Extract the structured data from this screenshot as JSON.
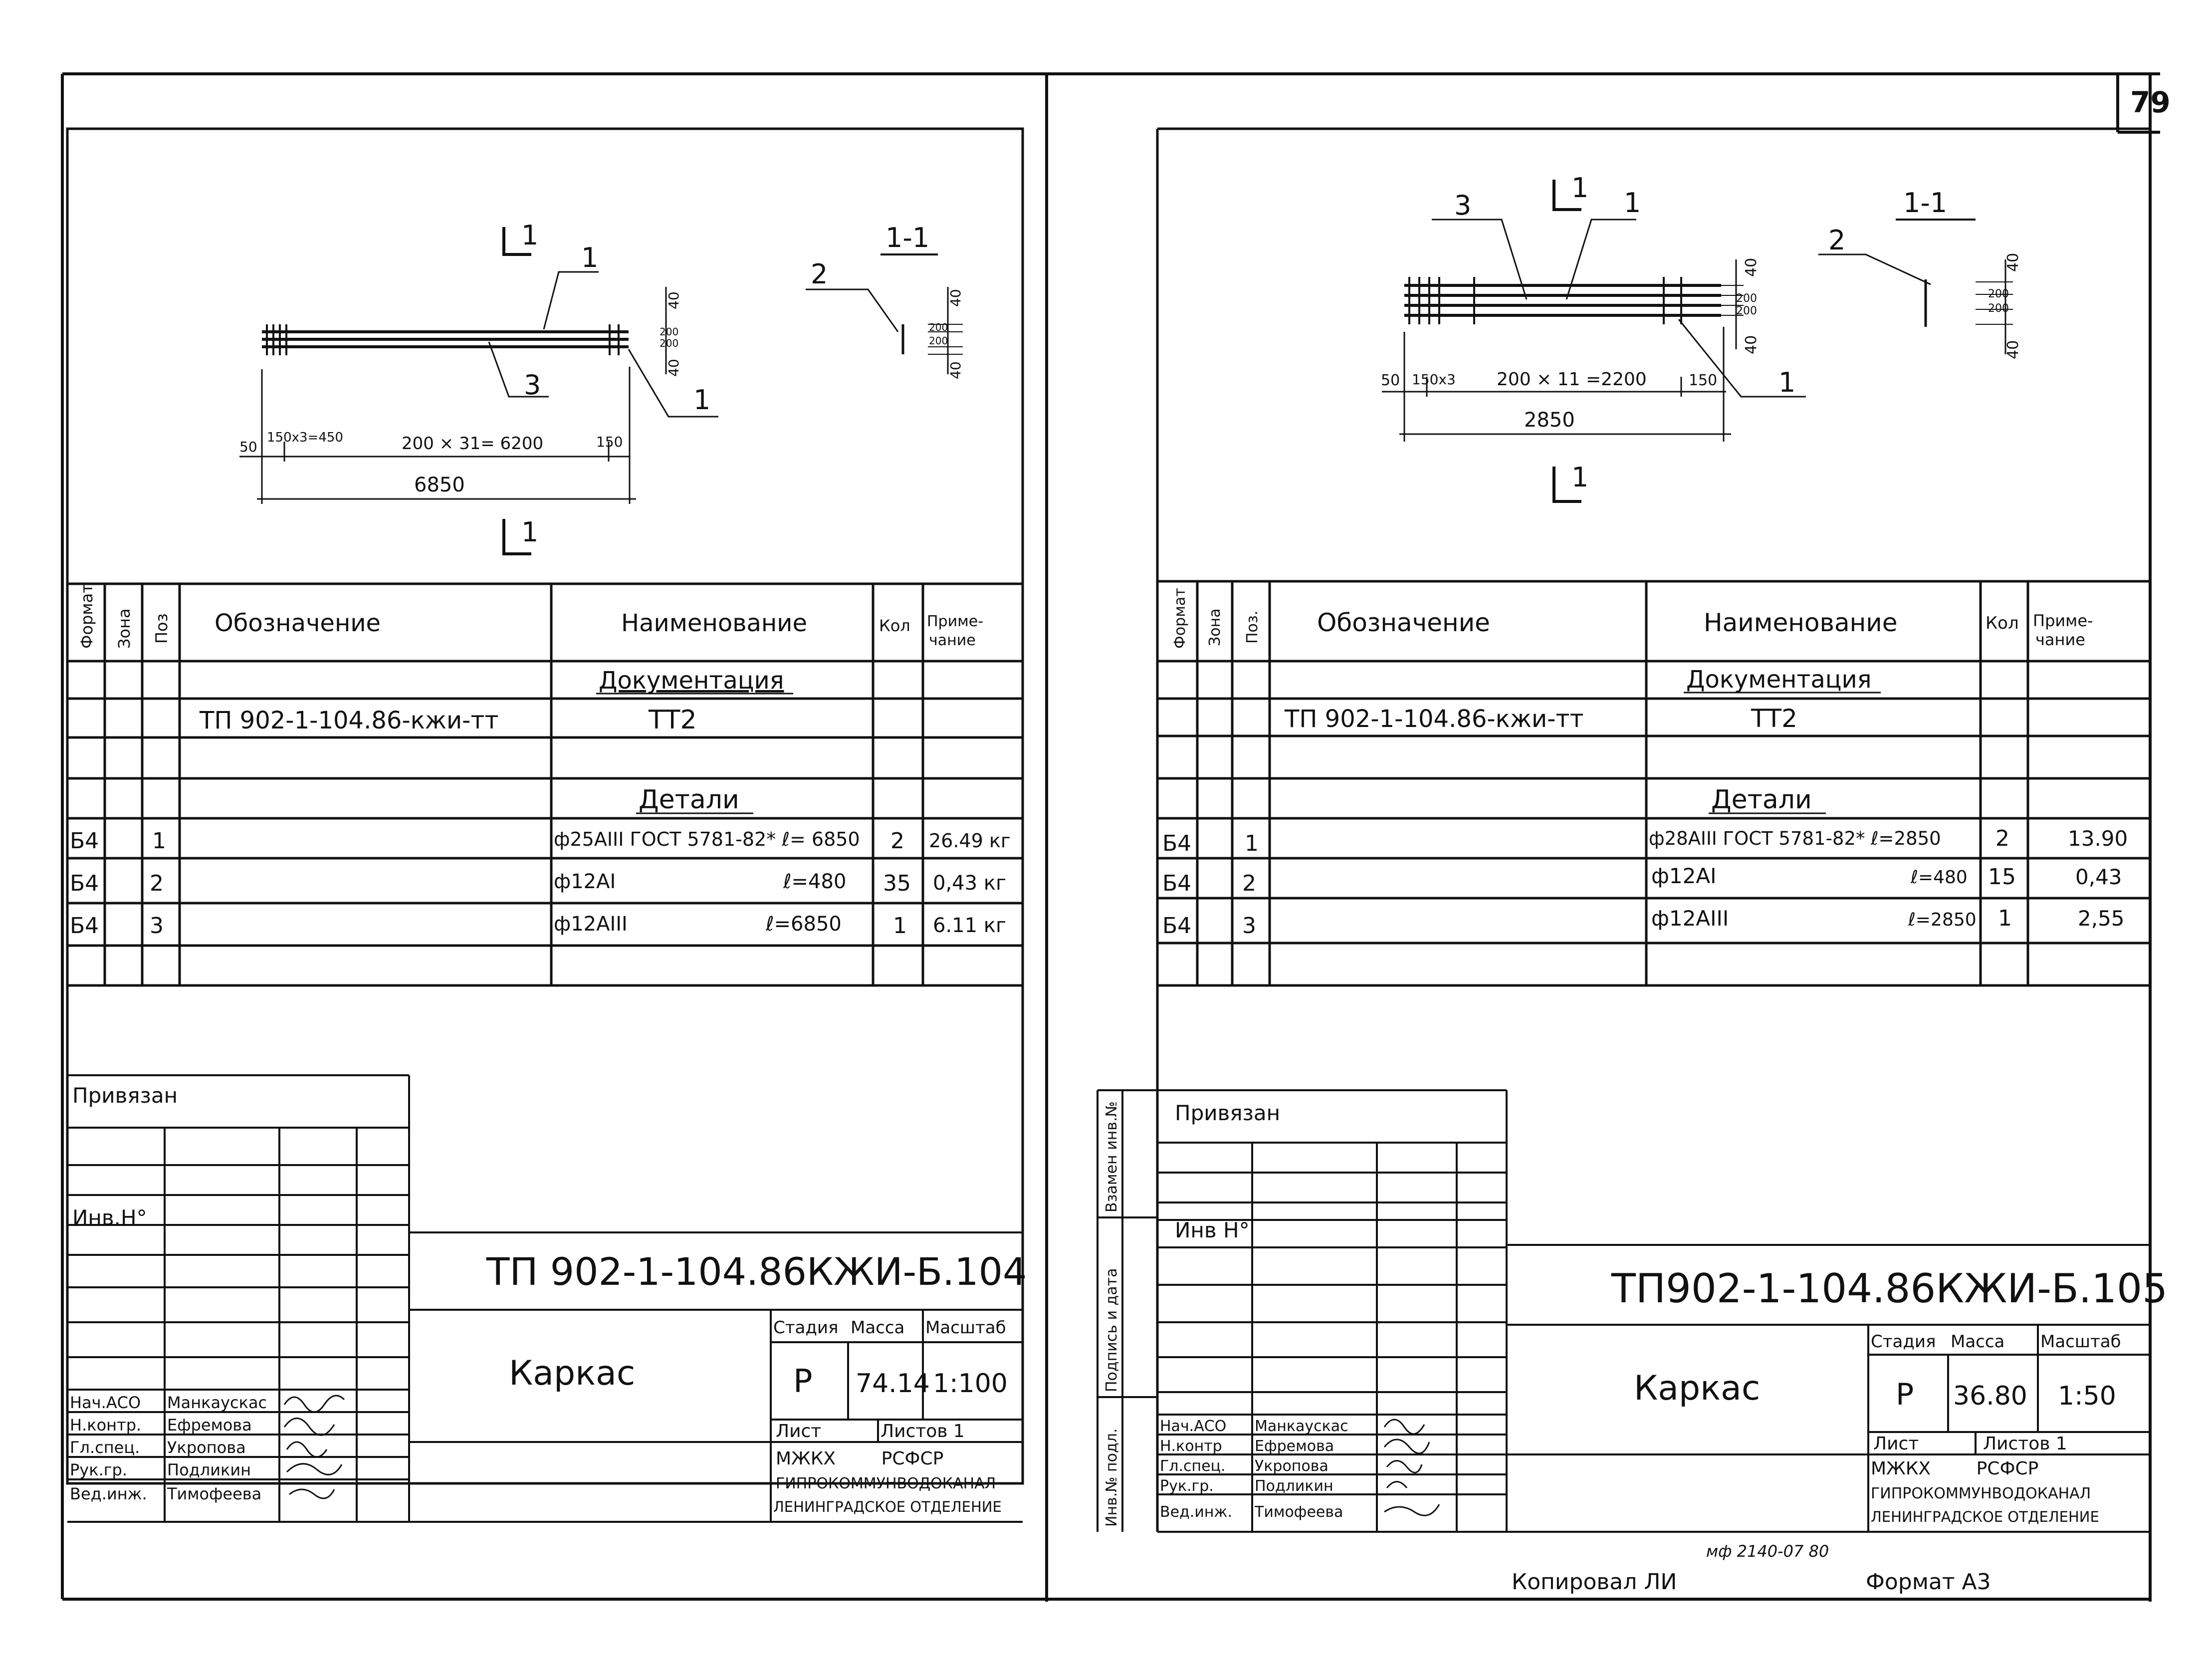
{
  "page": {
    "sheet_number": "79"
  },
  "left": {
    "drawing": {
      "section_mark": "1",
      "section_title": "1-1",
      "callouts": [
        "1",
        "3",
        "1",
        "2"
      ],
      "dims_top": [
        "50",
        "150x3=450",
        "200 × 31= 6200",
        "150"
      ],
      "dim_total": "6850",
      "section_dims": [
        "40",
        "200",
        "200",
        "40"
      ]
    },
    "spec": {
      "headers": {
        "format": "Формат",
        "zone": "Зона",
        "pos": "Поз",
        "designation": "Обозначение",
        "name": "Наименование",
        "qty": "Кол",
        "note": "Приме-\nчание",
        "note1": "Приме-",
        "note2": "чание"
      },
      "section_doc": "Документация",
      "doc_row": {
        "designation": "ТП 902-1-104.86-кжи-тт",
        "name": "ТТ2"
      },
      "section_details": "Детали",
      "rows": [
        {
          "format": "Б4",
          "pos": "1",
          "name": "ф25АIII ГОСТ 5781-82* ℓ= 6850",
          "qty": "2",
          "note": "26.49 кг"
        },
        {
          "format": "Б4",
          "pos": "2",
          "name": "ф12АI",
          "length": "ℓ=480",
          "qty": "35",
          "note": "0,43 кг"
        },
        {
          "format": "Б4",
          "pos": "3",
          "name": "ф12АIII",
          "length": "ℓ=6850",
          "qty": "1",
          "note": "6.11 кг"
        }
      ]
    },
    "stamp": {
      "privyazan": "Привязан",
      "inv": "Инв.Н°",
      "code": "ТП 902-1-104.86КЖИ-Б.104",
      "title": "Каркас",
      "stage_label": "Стадия",
      "mass_label": "Масса",
      "scale_label": "Масштаб",
      "stage": "Р",
      "mass": "74.14",
      "scale": "1:100",
      "sheet_label": "Лист",
      "sheets_label": "Листов 1",
      "org1": "МЖКХ        РСФСР",
      "org2": "ГИПРОКОММУНВОДОКАНАЛ",
      "org3": "ЛЕНИНГРАДСКОЕ ОТДЕЛЕНИЕ",
      "people": [
        {
          "role": "Нач.АСО",
          "name": "Манкаускас"
        },
        {
          "role": "Н.контр.",
          "name": "Ефремова"
        },
        {
          "role": "Гл.спец.",
          "name": "Укропова"
        },
        {
          "role": "Рук.гр.",
          "name": "Подликин"
        },
        {
          "role": "Вед.инж.",
          "name": "Тимофеева"
        }
      ]
    }
  },
  "right": {
    "drawing": {
      "section_mark": "1",
      "section_title": "1-1",
      "callouts": [
        "3",
        "1",
        "1",
        "2"
      ],
      "dims_top": [
        "50",
        "150x3",
        "200 × 11 =2200",
        "150"
      ],
      "dim_total": "2850",
      "section_dims": [
        "40",
        "200",
        "200",
        "40"
      ]
    },
    "spec": {
      "headers": {
        "format": "Формат",
        "zone": "Зона",
        "pos": "Поз.",
        "designation": "Обозначение",
        "name": "Наименование",
        "qty": "Кол",
        "note": "Приме-\nчание",
        "note1": "Приме-",
        "note2": "чание"
      },
      "section_doc": "Документация",
      "doc_row": {
        "designation": "ТП 902-1-104.86-кжи-тт",
        "name": "ТТ2"
      },
      "section_details": "Детали",
      "rows": [
        {
          "format": "Б4",
          "pos": "1",
          "name": "ф28АIII ГОСТ 5781-82* ℓ=2850",
          "qty": "2",
          "note": "13.90"
        },
        {
          "format": "Б4",
          "pos": "2",
          "name": "ф12АI",
          "length": "ℓ=480",
          "qty": "15",
          "note": "0,43"
        },
        {
          "format": "Б4",
          "pos": "3",
          "name": "ф12АIII",
          "length": "ℓ=2850",
          "qty": "1",
          "note": "2,55"
        }
      ]
    },
    "stamp": {
      "side_labels": [
        "Взамен инв.№",
        "Подпись и дата",
        "Инв.№ подл."
      ],
      "privyazan": "Привязан",
      "inv": "Инв Н°",
      "code": "ТП902-1-104.86КЖИ-Б.105",
      "title": "Каркас",
      "stage_label": "Стадия",
      "mass_label": "Масса",
      "scale_label": "Масштаб",
      "stage": "Р",
      "mass": "36.80",
      "scale": "1:50",
      "sheet_label": "Лист",
      "sheets_label": "Листов 1",
      "org1": "МЖКХ        РСФСР",
      "org2": "ГИПРОКОММУНВОДОКАНАЛ",
      "org3": "ЛЕНИНГРАДСКОЕ ОТДЕЛЕНИЕ",
      "people": [
        {
          "role": "Нач.АСО",
          "name": "Манкаускас"
        },
        {
          "role": "Н.контр",
          "name": "Ефремова"
        },
        {
          "role": "Гл.спец.",
          "name": "Укропова"
        },
        {
          "role": "Рук.гр.",
          "name": "Подликин"
        },
        {
          "role": "Вед.инж.",
          "name": "Тимофеева"
        }
      ]
    },
    "footer": {
      "code_small": "мф 2140-07 80",
      "copied": "Копировал ЛИ",
      "format": "Формат А3"
    }
  }
}
